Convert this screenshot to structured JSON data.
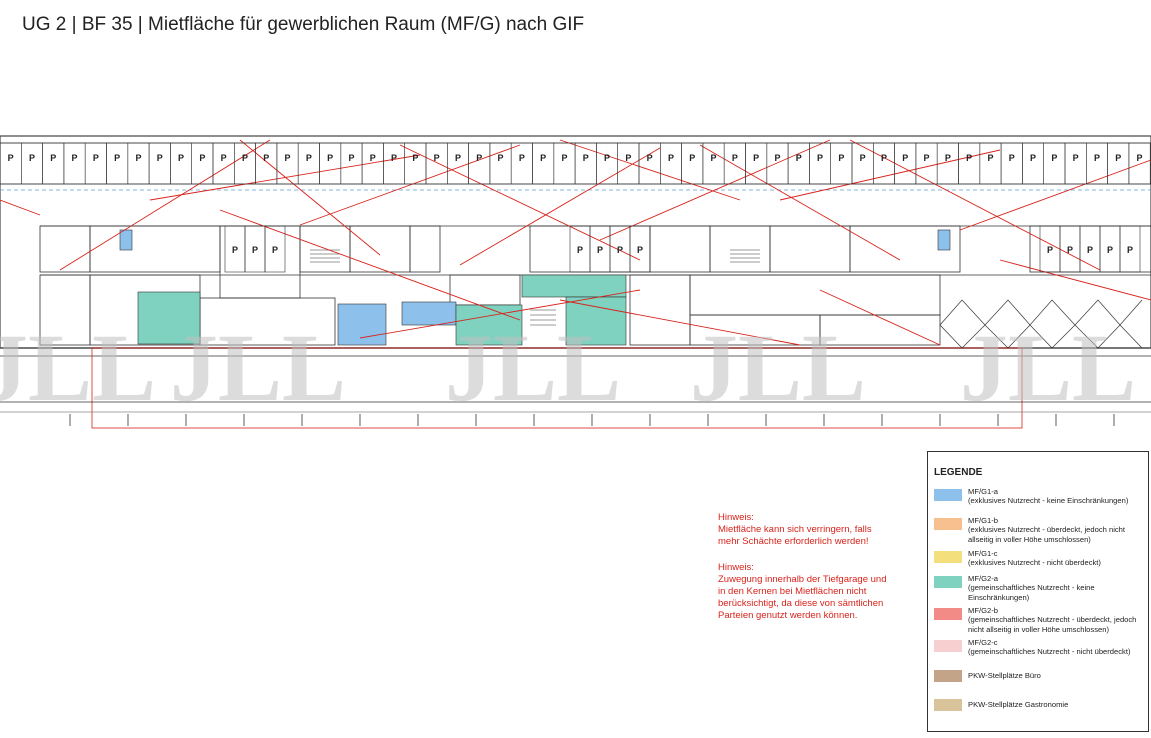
{
  "title": "UG 2 | BF 35 | Mietfläche für gewerblichen Raum (MF/G) nach GIF",
  "colors": {
    "blue": "#8ec0ec",
    "orange": "#f9c08f",
    "yellow": "#f3e07c",
    "teal": "#7fd2bf",
    "red": "#f28b86",
    "pink": "#f8cfd0",
    "brown": "#c3a488",
    "tan": "#d8c39a",
    "plan_red": "#d8231b"
  },
  "hint1": {
    "heading": "Hinweis:",
    "lines": [
      "Mietfläche kann sich verringern, falls",
      "mehr Schächte erforderlich werden!"
    ]
  },
  "hint2": {
    "heading": "Hinweis:",
    "lines": [
      "Zuwegung innerhalb der Tiefgarage und",
      "in den Kernen bei Mietflächen nicht",
      "berücksichtigt, da diese von sämtlichen",
      "Parteien genutzt werden können."
    ]
  },
  "legend": {
    "title": "LEGENDE",
    "items": [
      {
        "color": "#8ec0ec",
        "lines": [
          "MF/G1-a",
          "(exklusives Nutzrecht - keine Einschränkungen)"
        ]
      },
      {
        "color": "#f9c08f",
        "lines": [
          "MF/G1-b",
          "(exklusives Nutzrecht - überdeckt, jedoch nicht",
          "allseitig in voller Höhe umschlossen)"
        ]
      },
      {
        "color": "#f3e07c",
        "lines": [
          "MF/G1-c",
          "(exklusives Nutzrecht - nicht überdeckt)"
        ]
      },
      {
        "color": "#7fd2bf",
        "lines": [
          "MF/G2-a",
          "(gemeinschaftliches Nutzrecht - keine",
          "Einschränkungen)"
        ]
      },
      {
        "color": "#f28b86",
        "lines": [
          "MF/G2-b",
          "(gemeinschaftliches Nutzrecht - überdeckt, jedoch",
          "nicht allseitig in voller Höhe umschlossen)"
        ]
      },
      {
        "color": "#f8cfd0",
        "lines": [
          "MF/G2-c",
          "(gemeinschaftliches Nutzrecht - nicht überdeckt)"
        ]
      },
      {
        "color": "#c3a488",
        "lines": [
          "PKW-Stellplätze Büro"
        ]
      },
      {
        "color": "#d8c39a",
        "lines": [
          "PKW-Stellplätze Gastronomie"
        ]
      }
    ]
  },
  "parking_label": "P",
  "watermark": "JLL"
}
